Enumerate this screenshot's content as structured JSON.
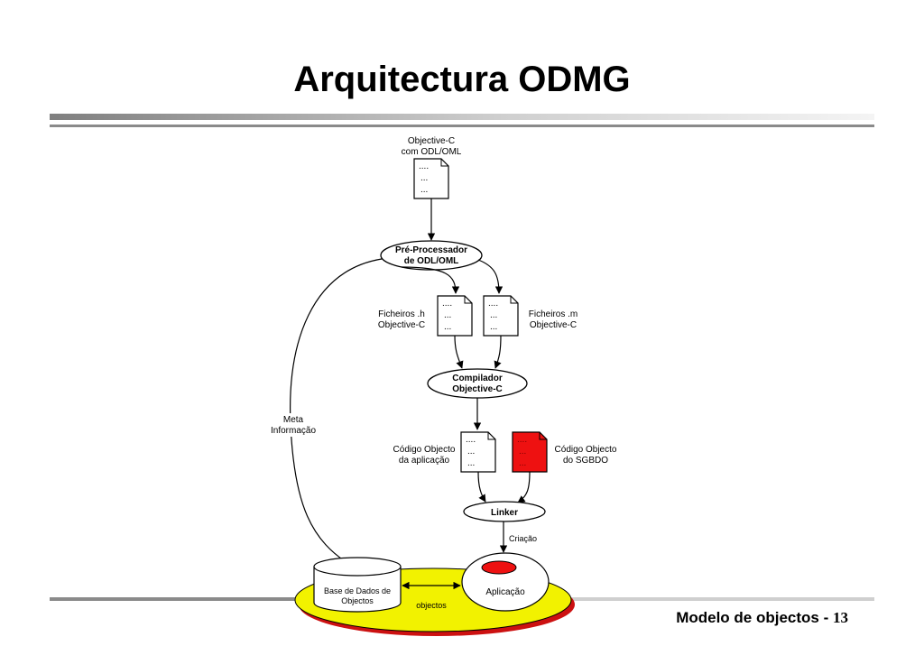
{
  "slide": {
    "title": "Arquitectura ODMG",
    "footer_label": "Modelo de objectos - ",
    "page_number": "13"
  },
  "diagram": {
    "source_doc": {
      "line1": "Objective-C",
      "line2": "com ODL/OML"
    },
    "doc_dots": {
      "l1": "....",
      "l2": "...",
      "l3": "..."
    },
    "preprocessor": {
      "line1": "Pré-Processador",
      "line2": "de ODL/OML"
    },
    "files_h": {
      "line1": "Ficheiros .h",
      "line2": "Objective-C"
    },
    "files_m": {
      "line1": "Ficheiros .m",
      "line2": "Objective-C"
    },
    "compiler": {
      "line1": "Compilador",
      "line2": "Objective-C"
    },
    "meta": {
      "line1": "Meta",
      "line2": "Informação"
    },
    "app_object_code": {
      "line1": "Código Objecto",
      "line2": "da aplicação"
    },
    "dbms_object_code": {
      "line1": "Código Objecto",
      "line2": "do SGBDO"
    },
    "linker": "Linker",
    "creation": "Criação",
    "database": {
      "line1": "Base de Dados de",
      "line2": "Objectos"
    },
    "application": "Aplicação",
    "objects": "objectos"
  },
  "colors": {
    "red": "#ee1111",
    "yellow": "#f2f200",
    "shadow": "#cc1111",
    "rule": "#8a8a8a"
  }
}
